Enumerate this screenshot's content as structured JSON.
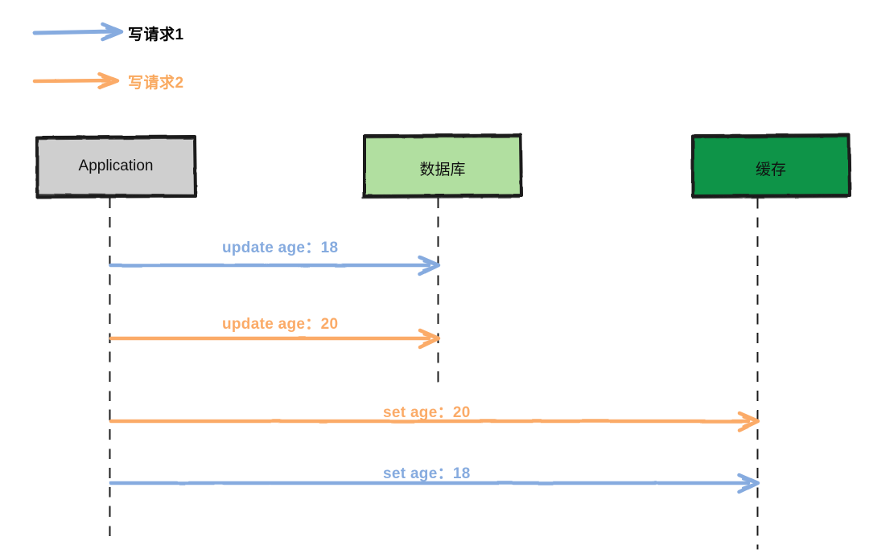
{
  "diagram": {
    "type": "sequence-diagram",
    "colors": {
      "blue": "#86abdf",
      "orange": "#fbab68",
      "black": "#1a1a1a",
      "app_fill": "#cfcfcf",
      "db_fill": "#b1dfa0",
      "cache_fill": "#0e9448",
      "background": "#ffffff"
    },
    "legend": {
      "items": [
        {
          "label": "写请求1",
          "color": "#86abdf",
          "text_color": "#000000"
        },
        {
          "label": "写请求2",
          "color": "#fbab68",
          "text_color": "#f9a95f"
        }
      ]
    },
    "participants": [
      {
        "id": "app",
        "label": "Application",
        "fill": "#cfcfcf",
        "text_color": "#111111"
      },
      {
        "id": "db",
        "label": "数据库",
        "fill": "#b1dfa0",
        "text_color": "#111111"
      },
      {
        "id": "cache",
        "label": "缓存",
        "fill": "#0e9448",
        "text_color": "#111111"
      }
    ],
    "messages": [
      {
        "id": "m1",
        "label": "update age：18",
        "from": "app",
        "to": "db",
        "color": "#86abdf"
      },
      {
        "id": "m2",
        "label": "update age：20",
        "from": "app",
        "to": "db",
        "color": "#fbab68"
      },
      {
        "id": "m3",
        "label": "set age：20",
        "from": "app",
        "to": "cache",
        "color": "#fbab68"
      },
      {
        "id": "m4",
        "label": "set age：18",
        "from": "app",
        "to": "cache",
        "color": "#86abdf"
      }
    ]
  }
}
